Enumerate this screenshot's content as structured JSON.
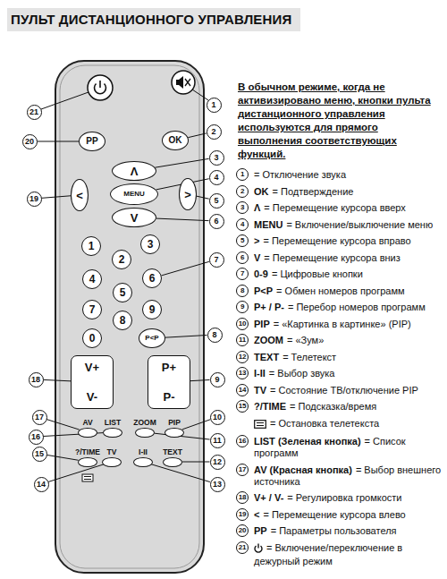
{
  "diagram": {
    "title": "ПУЛЬТ ДИСТАНЦИОННОГО УПРАВЛЕНИЯ",
    "nodes": [
      {
        "text": [
          "PP"
        ]
      },
      {
        "text": [
          "OK"
        ]
      },
      {
        "text": [
          "Λ"
        ]
      },
      {
        "text": [
          "<"
        ]
      },
      {
        "text": [
          "MENU"
        ]
      },
      {
        "text": [
          ">"
        ]
      },
      {
        "text": [
          "V"
        ]
      },
      {
        "text": [
          "1"
        ]
      },
      {
        "text": [
          "3"
        ]
      },
      {
        "text": [
          "2"
        ]
      },
      {
        "text": [
          "4"
        ]
      },
      {
        "text": [
          "6"
        ]
      },
      {
        "text": [
          "5"
        ]
      },
      {
        "text": [
          "7"
        ]
      },
      {
        "text": [
          "9"
        ]
      },
      {
        "text": [
          "8"
        ]
      },
      {
        "text": [
          "0"
        ]
      },
      {
        "text": [
          "P<P"
        ]
      },
      {
        "text": [
          "V+",
          "V-"
        ]
      },
      {
        "text": [
          "P+",
          "P-"
        ]
      },
      {
        "text": [
          "AV"
        ]
      },
      {
        "text": [
          "LIST"
        ]
      },
      {
        "text": [
          "ZOOM"
        ]
      },
      {
        "text": [
          "PIP"
        ]
      },
      {
        "text": [
          "?/TIME"
        ]
      },
      {
        "text": [
          "TV"
        ]
      },
      {
        "text": [
          "I-II"
        ]
      },
      {
        "text": [
          "TEXT"
        ]
      },
      {
        "text": [
          "1"
        ]
      },
      {
        "text": [
          "2"
        ]
      },
      {
        "text": [
          "3"
        ]
      },
      {
        "text": [
          "4"
        ]
      },
      {
        "text": [
          "5"
        ]
      },
      {
        "text": [
          "6"
        ]
      },
      {
        "text": [
          "7"
        ]
      },
      {
        "text": [
          "8"
        ]
      },
      {
        "text": [
          "9"
        ]
      },
      {
        "text": [
          "10"
        ]
      },
      {
        "text": [
          "11"
        ]
      },
      {
        "text": [
          "12"
        ]
      },
      {
        "text": [
          "13"
        ]
      },
      {
        "text": [
          "14"
        ]
      },
      {
        "text": [
          "15"
        ]
      },
      {
        "text": [
          "16"
        ]
      },
      {
        "text": [
          "17"
        ]
      },
      {
        "text": [
          "18"
        ]
      },
      {
        "text": [
          "19"
        ]
      },
      {
        "text": [
          "20"
        ]
      },
      {
        "text": [
          "21"
        ]
      }
    ],
    "edges": [
      {
        "from": 29,
        "to": 1,
        "arrow": "none"
      },
      {
        "from": 30,
        "to": 2,
        "arrow": "none"
      },
      {
        "from": 31,
        "to": 4,
        "arrow": "none"
      },
      {
        "from": 32,
        "to": 5,
        "arrow": "none"
      },
      {
        "from": 33,
        "to": 6,
        "arrow": "none"
      },
      {
        "from": 34,
        "to": 11,
        "arrow": "none"
      },
      {
        "from": 35,
        "to": 17,
        "arrow": "none"
      },
      {
        "from": 36,
        "to": 19,
        "arrow": "none"
      },
      {
        "from": 37,
        "to": 23,
        "arrow": "none"
      },
      {
        "from": 38,
        "to": 22,
        "arrow": "none"
      },
      {
        "from": 39,
        "to": 27,
        "arrow": "none"
      },
      {
        "from": 40,
        "to": 26,
        "arrow": "none"
      },
      {
        "from": 41,
        "to": 25,
        "arrow": "none"
      },
      {
        "from": 42,
        "to": 24,
        "arrow": "none"
      },
      {
        "from": 43,
        "to": 21,
        "arrow": "none"
      },
      {
        "from": 44,
        "to": 20,
        "arrow": "none"
      },
      {
        "from": 45,
        "to": 18,
        "arrow": "none"
      },
      {
        "from": 46,
        "to": 3,
        "arrow": "none"
      },
      {
        "from": 47,
        "to": 0,
        "arrow": "none"
      }
    ],
    "labels": [
      "В обычном режиме, когда не активизировано меню, кнопки пульта дистанционного управления используются для прямого выполнения соответствующих функций.",
      "1",
      "= Отключение звука",
      "2",
      "OK",
      "= Подтверждение",
      "3",
      "Λ",
      "= Перемещение курсора вверх",
      "4",
      "MENU",
      "= Включение/выключение меню",
      "5",
      ">",
      "= Перемещение курсора вправо",
      "6",
      "V",
      "= Перемещение курсора вниз",
      "7",
      "0-9",
      "= Цифровые кнопки",
      "8",
      "P<P",
      "= Обмен номеров программ",
      "9",
      "P+ / P-",
      "= Перебор номеров программ",
      "10",
      "PIP",
      "= «Картинка в картинке» (PIP)",
      "11",
      "ZOOM",
      "= «Зум»",
      "12",
      "TEXT",
      "= Телетекст",
      "13",
      "I-II",
      "= Выбор звука",
      "14",
      "TV",
      "= Состояние ТВ/отключение PIP",
      "15",
      "?/TIME",
      "= Подсказка/время",
      "= Остановка телетекста",
      "16",
      "LIST (Зеленая кнопка)",
      "= Список программ",
      "17",
      "AV (Красная кнопка)",
      "= Выбор внешнего источника",
      "18",
      "V+ / V-",
      "= Регулировка громкости",
      "19",
      "<",
      "= Перемещение курсора влево",
      "20",
      "PP",
      "= Параметры пользователя",
      "21",
      "= Включение/переключение в дежурный режим"
    ]
  }
}
